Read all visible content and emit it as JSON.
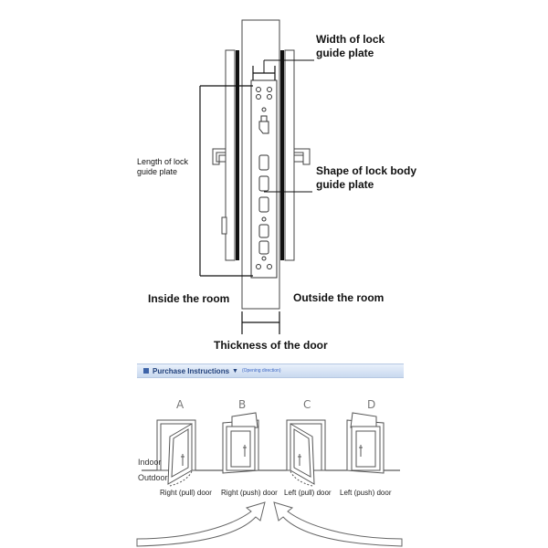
{
  "top_diagram": {
    "width_label_line1": "Width of lock",
    "width_label_line2": "guide plate",
    "length_label_line1": "Length of lock",
    "length_label_line2": "guide plate",
    "shape_label_line1": "Shape of lock body",
    "shape_label_line2": "guide plate",
    "inside_label": "Inside the room",
    "outside_label": "Outside the room",
    "thickness_label": "Thickness of the door"
  },
  "banner": {
    "title": "Purchase Instructions",
    "arrow": "▼",
    "subtitle": "(Opening direction)",
    "color": "#3d63a8"
  },
  "doors": [
    {
      "letter": "A",
      "caption": "Right (pull) door"
    },
    {
      "letter": "B",
      "caption": "Right (push) door"
    },
    {
      "letter": "C",
      "caption": "Left (pull) door"
    },
    {
      "letter": "D",
      "caption": "Left (push) door"
    }
  ],
  "side_labels": {
    "indoor": "Indoor",
    "outdoor": "Outdoor"
  }
}
